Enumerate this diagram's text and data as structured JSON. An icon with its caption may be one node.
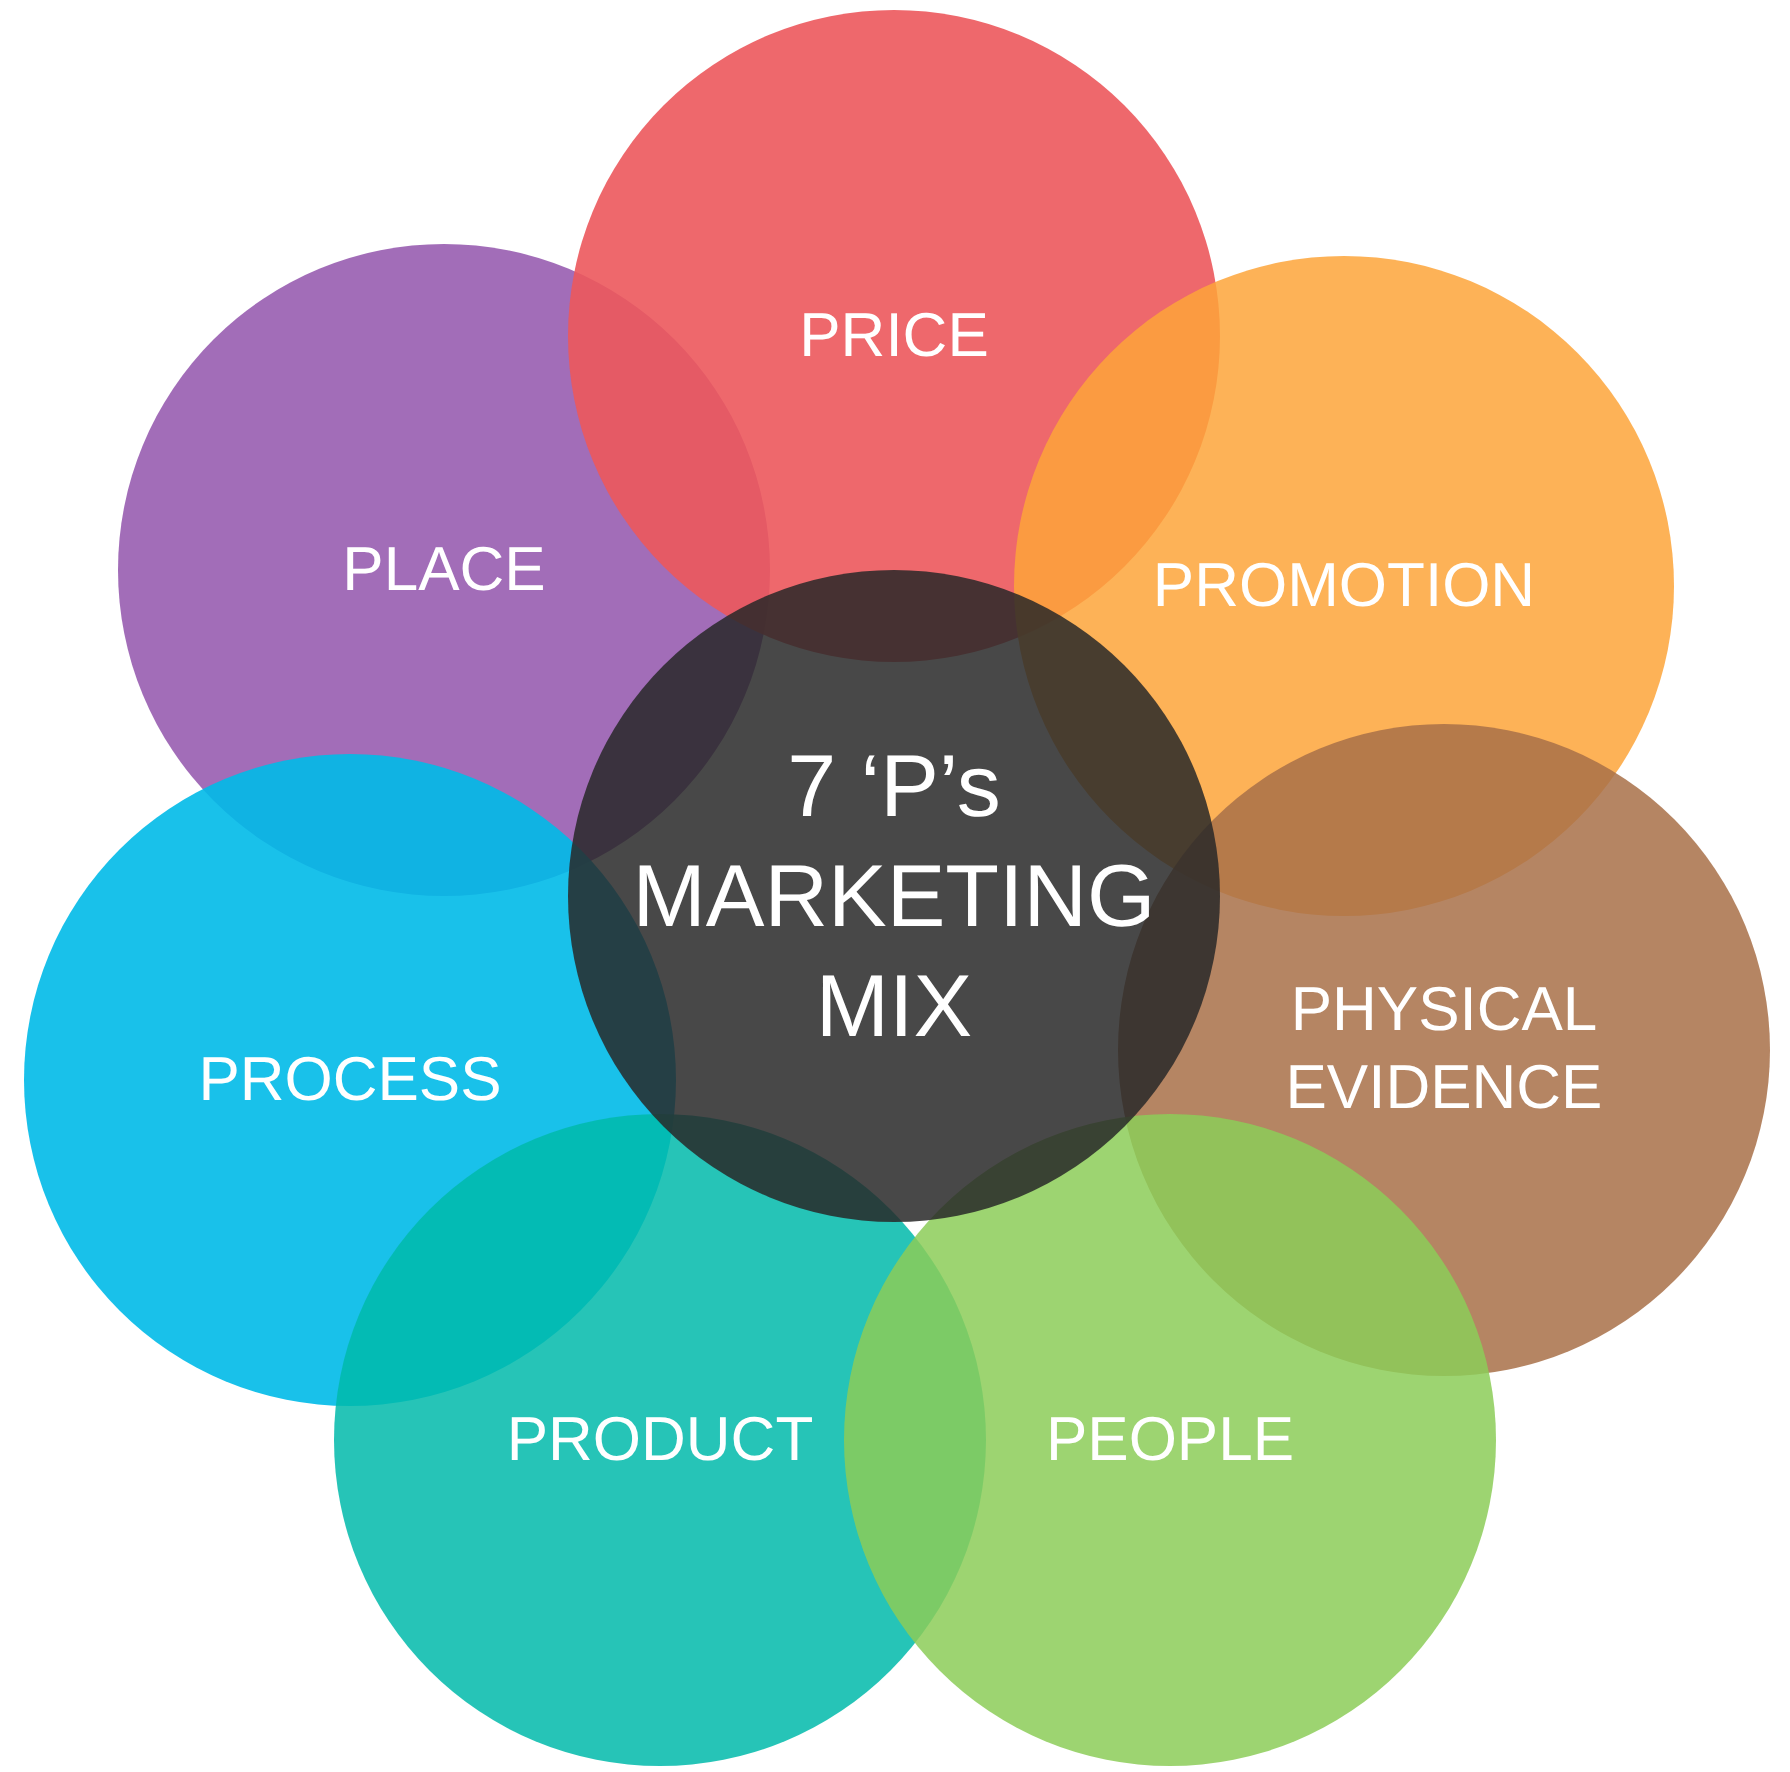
{
  "diagram": {
    "nodes": [
      {
        "text": [
          "PRICE"
        ]
      },
      {
        "text": [
          "PLACE"
        ]
      },
      {
        "text": [
          "PROMOTION"
        ]
      },
      {
        "text": [
          "7 ‘P’s MARKETING MIX"
        ]
      },
      {
        "text": [
          "PHYSICAL EVIDENCE"
        ]
      },
      {
        "text": [
          "PROCESS"
        ]
      },
      {
        "text": [
          "PRODUCT"
        ]
      },
      {
        "text": [
          "PEOPLE"
        ]
      }
    ],
    "edges": []
  }
}
